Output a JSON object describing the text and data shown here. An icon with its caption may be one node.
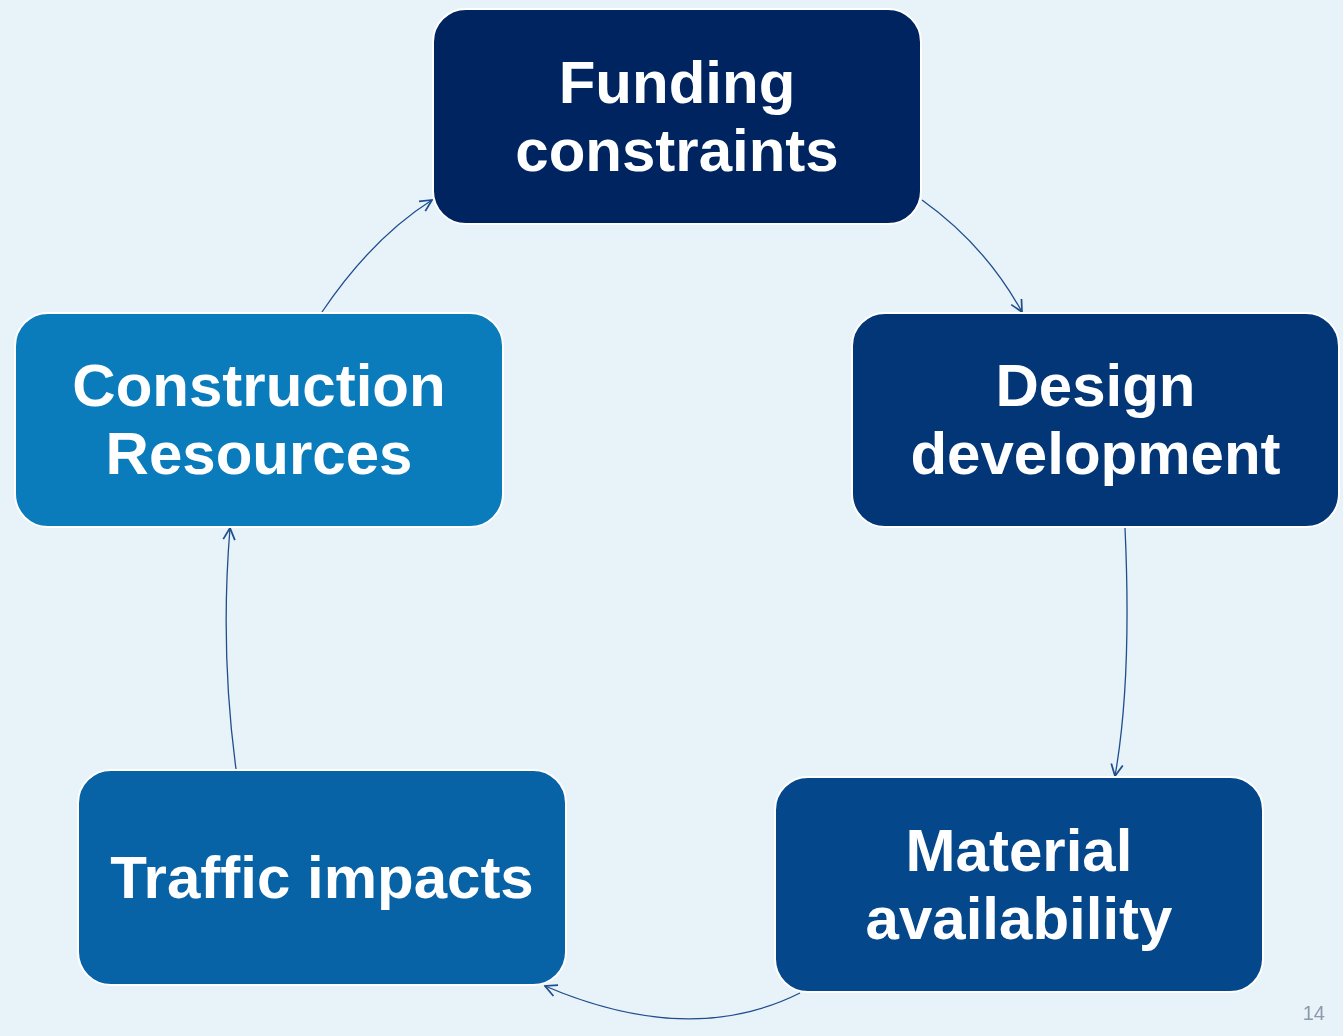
{
  "diagram": {
    "nodes": [
      {
        "text": [
          "Funding constraints"
        ]
      },
      {
        "text": [
          "Design development"
        ]
      },
      {
        "text": [
          "Material availability"
        ]
      },
      {
        "text": [
          "Traffic impacts"
        ]
      },
      {
        "text": [
          "Construction Resources"
        ]
      }
    ],
    "edges": [
      {
        "from": 0,
        "to": 1,
        "arrow": "to"
      },
      {
        "from": 1,
        "to": 2,
        "arrow": "to"
      },
      {
        "from": 2,
        "to": 3,
        "arrow": "to"
      },
      {
        "from": 3,
        "to": 4,
        "arrow": "to"
      },
      {
        "from": 4,
        "to": 0,
        "arrow": "to"
      }
    ],
    "labels": [
      "14"
    ]
  }
}
